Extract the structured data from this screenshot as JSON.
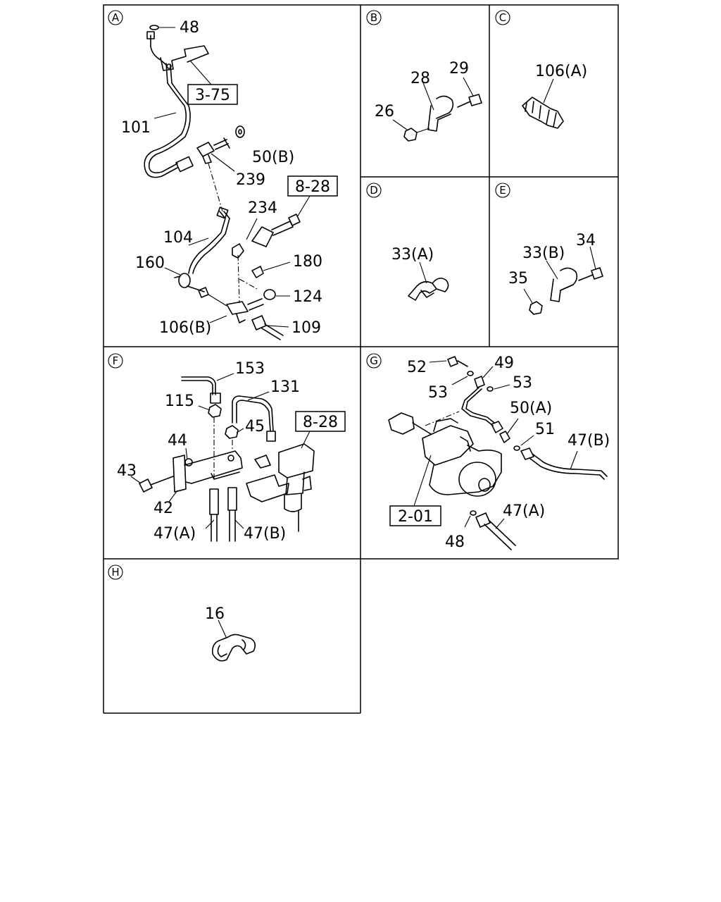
{
  "panels": {
    "A": {
      "tag": "A",
      "labels": {
        "n48": "48",
        "n101": "101",
        "n239": "239",
        "n50b": "50(B)",
        "n104": "104",
        "n234": "234",
        "n160": "160",
        "n180": "180",
        "n124": "124",
        "n106b": "106(B)",
        "n109": "109"
      },
      "refs": {
        "r375": "3-75",
        "r828": "8-28"
      }
    },
    "B": {
      "tag": "B",
      "labels": {
        "n28": "28",
        "n29": "29",
        "n26": "26"
      }
    },
    "C": {
      "tag": "C",
      "labels": {
        "n106a": "106(A)"
      }
    },
    "D": {
      "tag": "D",
      "labels": {
        "n33a": "33(A)"
      }
    },
    "E": {
      "tag": "E",
      "labels": {
        "n33b": "33(B)",
        "n34": "34",
        "n35": "35"
      }
    },
    "F": {
      "tag": "F",
      "labels": {
        "n153": "153",
        "n131": "131",
        "n115": "115",
        "n45": "45",
        "n44": "44",
        "n43": "43",
        "n42": "42",
        "n47a": "47(A)",
        "n47b": "47(B)"
      },
      "refs": {
        "r828": "8-28"
      }
    },
    "G": {
      "tag": "G",
      "labels": {
        "n52": "52",
        "n49": "49",
        "n53a": "53",
        "n53b": "53",
        "n50a": "50(A)",
        "n51": "51",
        "n47b": "47(B)",
        "n47a": "47(A)",
        "n48": "48"
      },
      "refs": {
        "r201": "2-01"
      }
    },
    "H": {
      "tag": "H",
      "labels": {
        "n16": "16"
      }
    }
  },
  "icons": [
    "hose-line",
    "bracket",
    "bolt",
    "nut",
    "three-way-connector",
    "clip",
    "solenoid-valve",
    "vacuum-pump"
  ]
}
